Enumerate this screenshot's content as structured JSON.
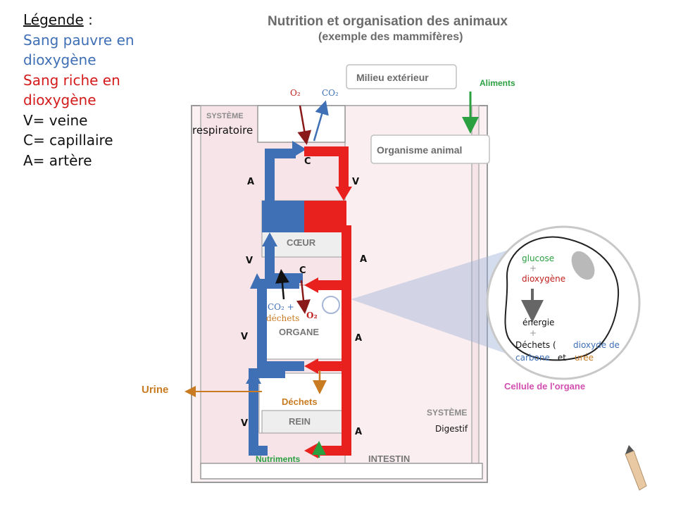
{
  "legend": {
    "title": "Légende",
    "title_suffix": " :",
    "blue_line1": "Sang pauvre en",
    "blue_line2": "dioxygène",
    "red_line1": "Sang riche en",
    "red_line2": "dioxygène",
    "vein": "V= veine",
    "capillary": "C= capillaire",
    "artery": "A= artère"
  },
  "title": {
    "main": "Nutrition et organisation des animaux",
    "sub": "(exemple des mammifères)"
  },
  "labels": {
    "milieu": "Milieu extérieur",
    "organisme": "Organisme animal",
    "aliments": "Aliments",
    "systeme_resp_1": "SYSTÈME",
    "systeme_resp_2": "respiratoire",
    "o2_top": "O₂",
    "co2_top": "CO₂",
    "coeur": "CŒUR",
    "organe": "ORGANE",
    "rein": "REIN",
    "intestin": "INTESTIN",
    "systeme_dig_1": "SYSTÈME",
    "systeme_dig_2": "Digestif",
    "urine": "Urine",
    "dechets_rein": "Déchets",
    "nutriments": "Nutriments",
    "co2_organe": "CO₂ +",
    "dechets_organe": "déchets",
    "o2_organe": "O₂",
    "cellule": "Cellule de l'organe"
  },
  "vessel_letters": {
    "a_left_top": "A",
    "c_top": "C",
    "v_right_top": "V",
    "v_left_mid": "V",
    "c_mid": "C",
    "a_right_mid": "A",
    "v_left_low": "V",
    "a_right_low": "A",
    "v_left_bottom": "V",
    "a_right_bottom": "A"
  },
  "cell": {
    "glucose": "glucose",
    "plus1": "+",
    "dioxygene": "dioxygène",
    "energie": "énergie",
    "plus2": "+",
    "dechets_prefix": "Déchets (",
    "dioxyde": "dioxyde de",
    "carbone": "carbone",
    "et": " et ",
    "uree": "urée"
  },
  "colors": {
    "blue_blood": "#3f6fb5",
    "red_blood": "#e8201e",
    "green": "#2aa040",
    "orange": "#c97b22",
    "pink_zone": "#f7e6ea",
    "cellule": "#d24fb0"
  }
}
